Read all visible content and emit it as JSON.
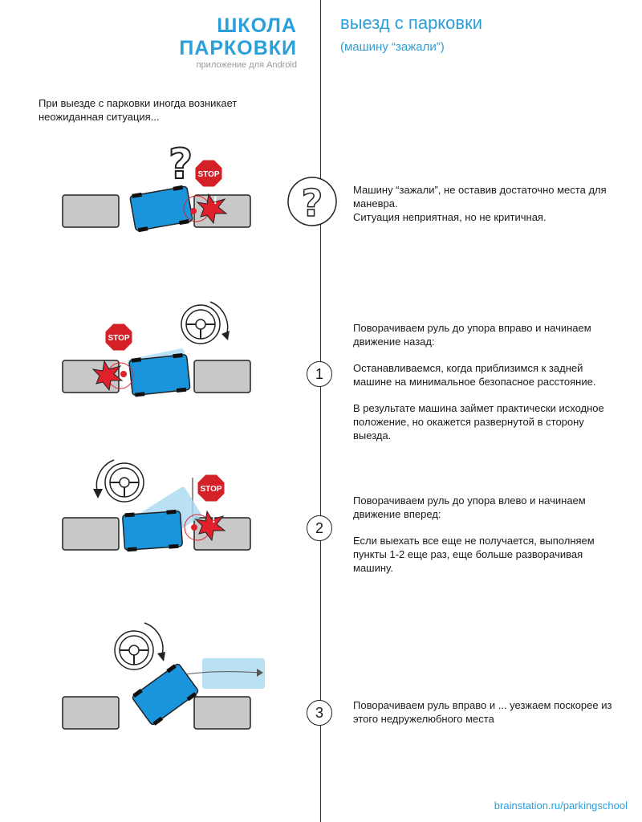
{
  "brand": {
    "title_line1": "ШКОЛА",
    "title_line2": "ПАРКОВКИ",
    "subtitle": "приложение для Android"
  },
  "header": {
    "title": "выезд с парковки",
    "subtitle": "(машину “зажали”)"
  },
  "intro": "При выезде с парковки иногда возникает неожиданная ситуация...",
  "steps": [
    {
      "marker": "?",
      "paragraphs": [
        "Машину “зажали”, не оставив достаточно места для маневра.",
        "Ситуация неприятная, но не критичная."
      ]
    },
    {
      "marker": "1",
      "paragraphs": [
        "Поворачиваем руль до упора вправо и начинаем движение назад:",
        "Останавливаемся, когда приблизимся к задней машине на минимальное безопасное расстояние.",
        "В результате машина займет практически исходное положение, но окажется развернутой в сторону выезда."
      ]
    },
    {
      "marker": "2",
      "paragraphs": [
        "Поворачиваем руль до упора влево и начинаем движение вперед:",
        "Если выехать все еще не получается, выполняем пункты 1-2 еще раз, еще больше разворачивая машину."
      ]
    },
    {
      "marker": "3",
      "paragraphs": [
        "Поворачиваем руль вправо и ... уезжаем поскорее из этого недружелюбного места"
      ]
    }
  ],
  "sign_text": "STOP",
  "footer": "brainstation.ru/parkingschool",
  "colors": {
    "accent": "#2b9fd9",
    "car": "#1a95dc",
    "ghost": "#a9d8f1",
    "parked": "#c8c8c8",
    "stop": "#d42027",
    "impact": "#e0202a"
  },
  "icons": [
    "question-mark-icon",
    "stop-sign-icon",
    "steering-wheel-icon",
    "rotation-arrow-icon",
    "impact-burst-icon"
  ]
}
